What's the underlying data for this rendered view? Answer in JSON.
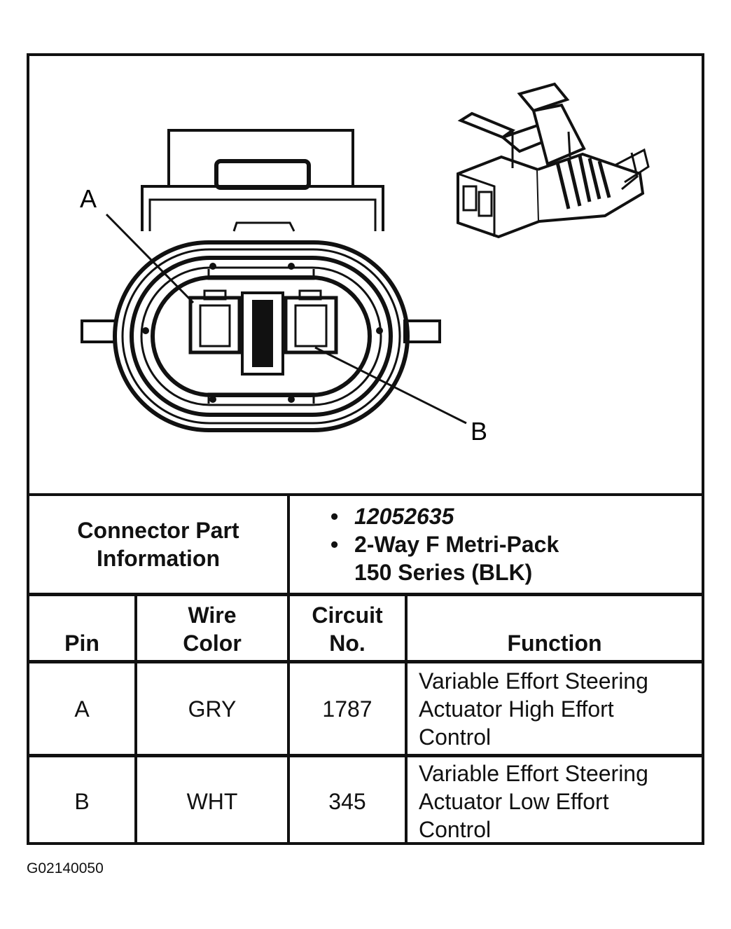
{
  "diagram": {
    "callout_a": "A",
    "callout_b": "B",
    "connector_face_icon": "connector-face-view",
    "connector_3d_icon": "connector-isometric-view"
  },
  "part_info": {
    "label": "Connector Part Information",
    "bullets": [
      "12052635",
      "2-Way F Metri-Pack 150 Series (BLK)"
    ]
  },
  "pin_table": {
    "headers": {
      "pin": "Pin",
      "wire_color": "Wire Color",
      "circuit_no": "Circuit No.",
      "function": "Function"
    },
    "rows": [
      {
        "pin": "A",
        "wire_color": "GRY",
        "circuit": "1787",
        "function": "Variable Effort Steering Actuator High Effort Control"
      },
      {
        "pin": "B",
        "wire_color": "WHT",
        "circuit": "345",
        "function": "Variable Effort Steering Actuator Low Effort Control"
      }
    ]
  },
  "figure_id": "G02140050"
}
